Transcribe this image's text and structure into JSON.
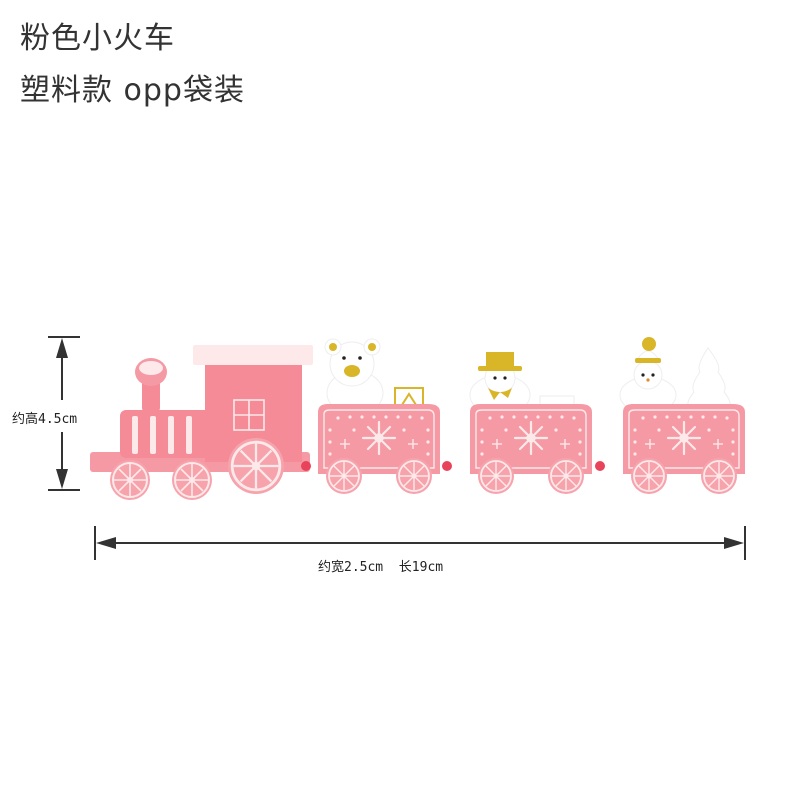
{
  "product": {
    "title_line1": "粉色小火车",
    "title_line2": "塑料款 opp袋装"
  },
  "dimensions": {
    "height_label": "约高4.5cm",
    "width_length_label": "约宽2.5cm  长19cm"
  },
  "image": {
    "subject": "pink plastic toy train with locomotive and three cars",
    "cars": [
      {
        "type": "locomotive",
        "rider": ""
      },
      {
        "type": "car",
        "rider": "polar bear with drum"
      },
      {
        "type": "car",
        "rider": "snowman with gold top hat"
      },
      {
        "type": "car",
        "rider": "snowman with gold cap and white tree"
      }
    ]
  },
  "colors": {
    "background": "#ffffff",
    "text": "#333333",
    "pink": "#f48b97",
    "pink_light": "#f7a6ae",
    "white_trim": "#fde8ea",
    "gold": "#d9b528",
    "dim_line": "#333333"
  }
}
